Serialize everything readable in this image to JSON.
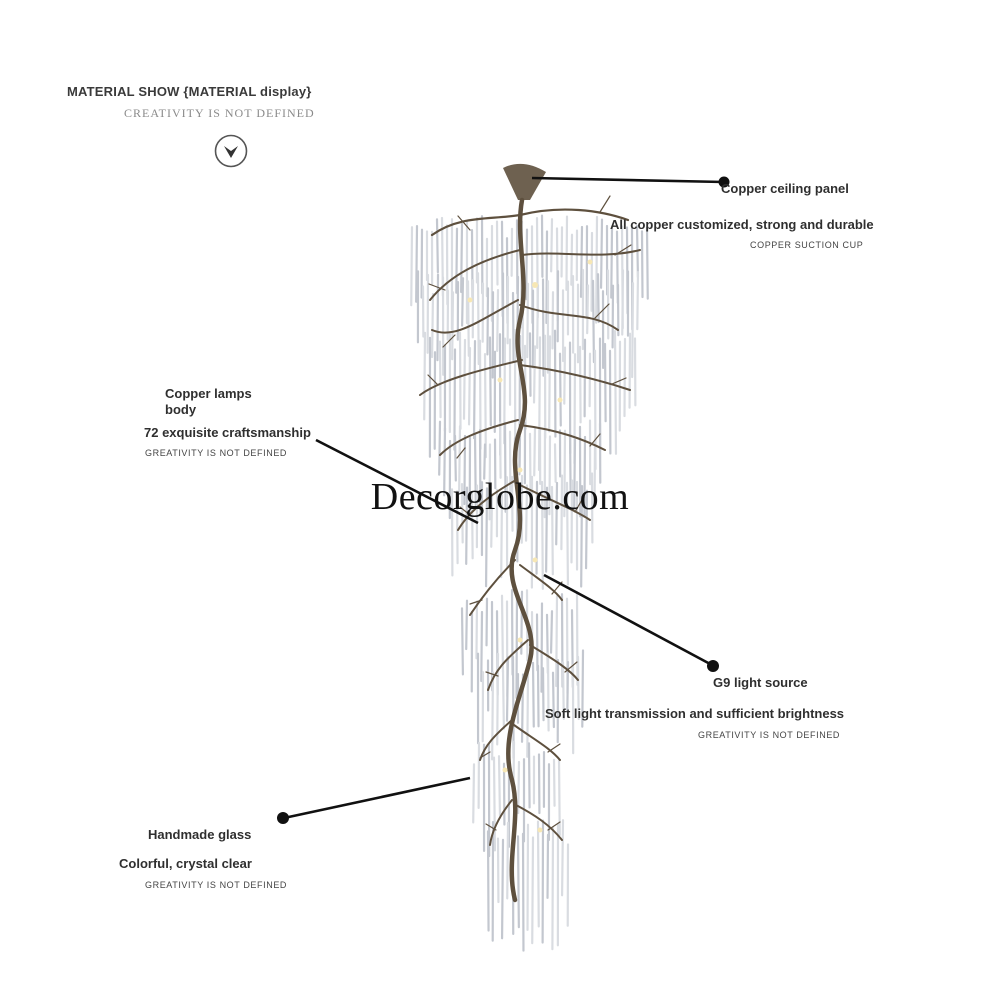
{
  "header": {
    "title": "MATERIAL SHOW {MATERIAL display}",
    "subtitle": "CREATIVITY IS NOT DEFINED",
    "icon": "chevron-down-circle-icon"
  },
  "callouts": {
    "ceiling": {
      "title": "Copper ceiling panel",
      "line1": "All copper customized, strong and durable",
      "line2": "Copper suction cup"
    },
    "body": {
      "title_a": "Copper lamps",
      "title_b": "body",
      "line1": "72 exquisite craftsmanship",
      "line2": "GREATIVITY IS NOT DEFINED"
    },
    "light": {
      "title": "G9 light source",
      "line1": "Soft light transmission and sufficient brightness",
      "line2": "GREATIVITY IS NOT DEFINED"
    },
    "glass": {
      "title": "Handmade glass",
      "line1": "Colorful, crystal clear",
      "line2": "GREATIVITY IS NOT DEFINED"
    }
  },
  "watermark": "Decorglobe.com",
  "colors": {
    "copper": "#6b5a44",
    "crystal": "#c9ccd2",
    "leader": "#111111"
  }
}
